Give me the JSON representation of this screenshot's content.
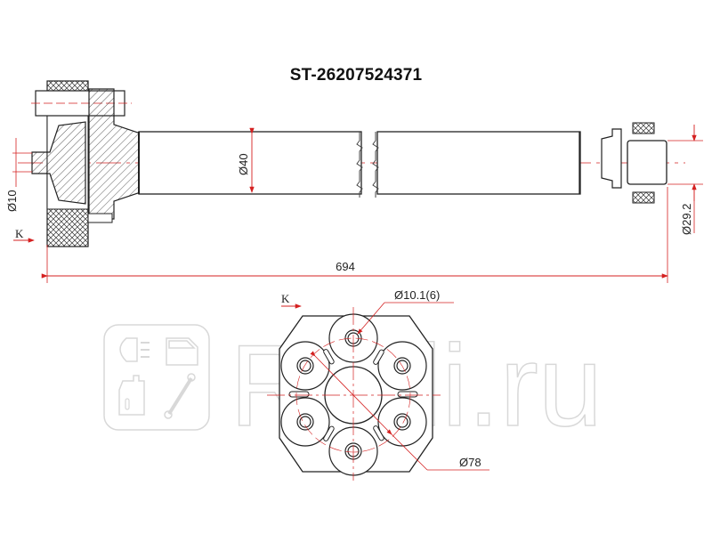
{
  "title": "ST-26207524371",
  "dimensions": {
    "length": "694",
    "shaft_diameter": "Ø40",
    "flange_pilot_diameter": "Ø10",
    "end_diameter": "Ø29.2",
    "bolt_hole_diameter": "Ø10.1(6)",
    "coupling_diameter": "Ø78"
  },
  "view_labels": {
    "side_view_marker": "K",
    "coupling_view_marker": "K"
  },
  "watermark": {
    "text": "Rudi.ru",
    "icons": [
      "headlight-icon",
      "door-icon",
      "oil-bottle-icon",
      "shock-absorber-icon"
    ]
  },
  "colors": {
    "line": "#222222",
    "dimension": "#d42020",
    "centerline": "#d42020",
    "watermark": "#d8d8d8"
  }
}
